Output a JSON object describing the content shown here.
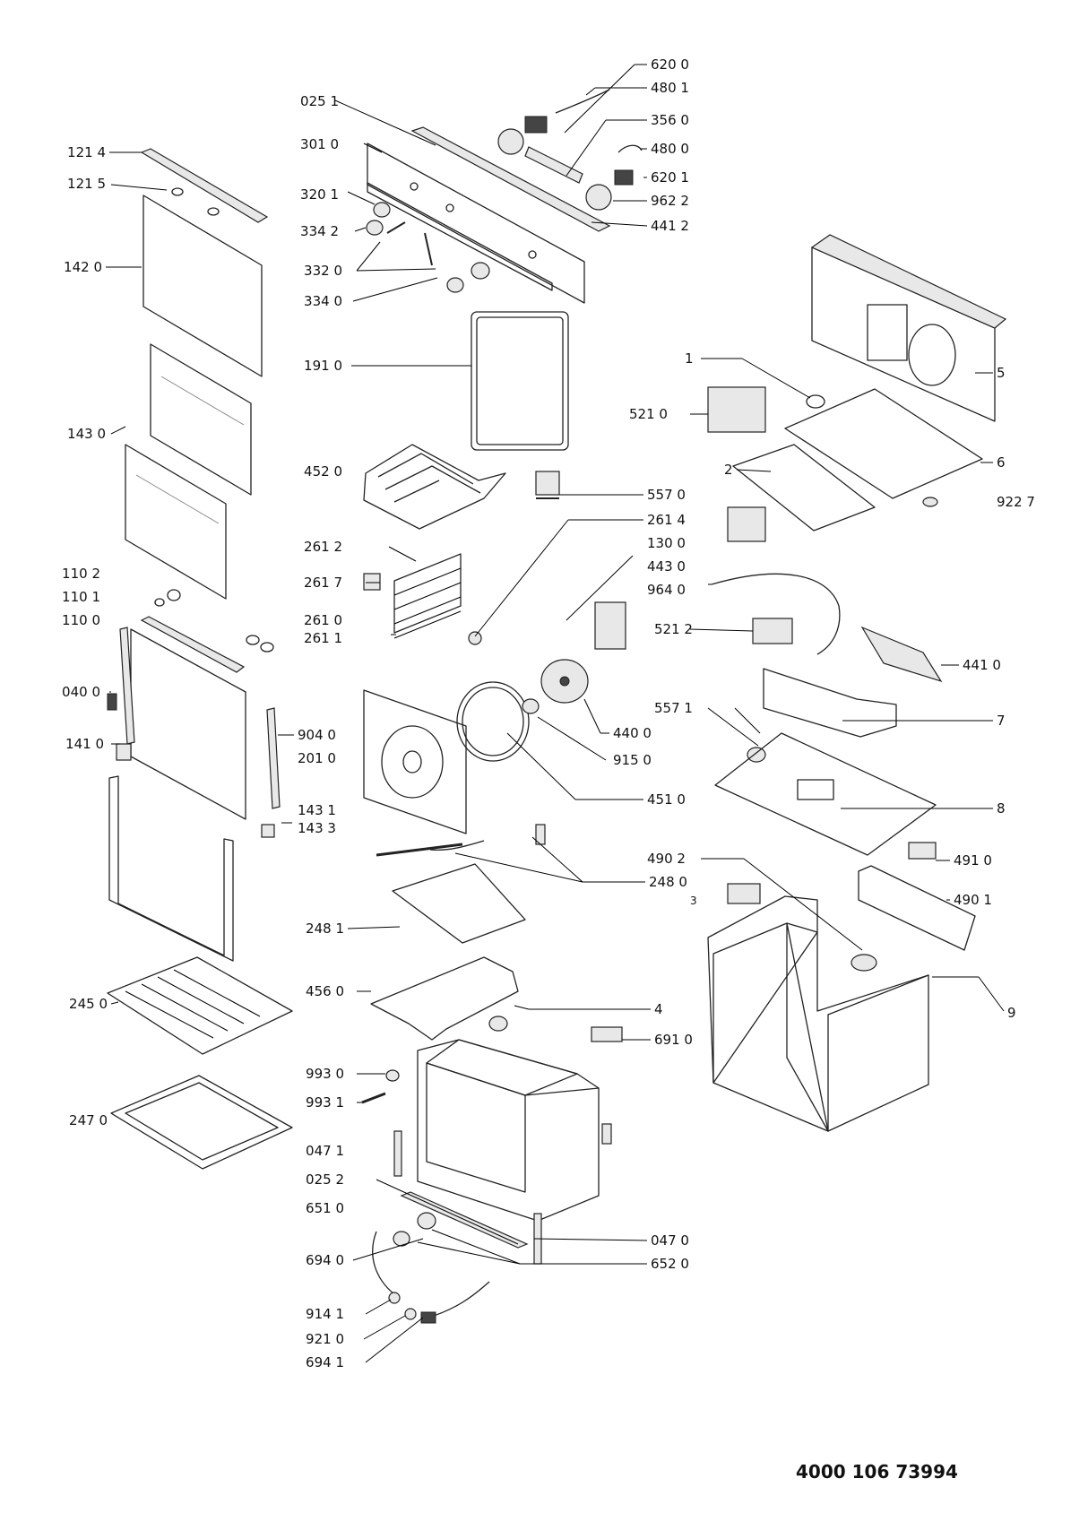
{
  "document_number": "4000 106 73994",
  "labels": {
    "p6200": "620 0",
    "p4801": "480 1",
    "p0251": "025 1",
    "p3560": "356 0",
    "p3010": "301 0",
    "p4800": "480 0",
    "p1214": "121 4",
    "p6201": "620 1",
    "p1215": "121 5",
    "p3201": "320 1",
    "p9622": "962 2",
    "p3342": "334 2",
    "p4412": "441 2",
    "p1420": "142 0",
    "p3320": "332 0",
    "p3340": "334 0",
    "p1910": "191 0",
    "c5": "5",
    "c1": "1",
    "p5210": "521 0",
    "p1430": "143 0",
    "c6": "6",
    "c2": "2",
    "p4520": "452 0",
    "p5570": "557 0",
    "p9227": "922 7",
    "p2614": "261 4",
    "p1300": "130 0",
    "p2612": "261 2",
    "p4430": "443 0",
    "p1102": "110 2",
    "p2617": "261 7",
    "p9640": "964 0",
    "p1101": "110 1",
    "p1100": "110 0",
    "p2610": "261 0",
    "p5212": "521 2",
    "p2611": "261 1",
    "p4410": "441 0",
    "p0400": "040 0",
    "p5571": "557 1",
    "c7": "7",
    "p1410": "141 0",
    "p9040": "904 0",
    "p4400": "440 0",
    "p2010": "201 0",
    "p9150": "915 0",
    "p1431": "143 1",
    "p4510": "451 0",
    "c8": "8",
    "p1433": "143 3",
    "p4902": "490 2",
    "p4910": "491 0",
    "p2480": "248 0",
    "c3": "3",
    "p4901": "490 1",
    "p2481": "248 1",
    "c9": "9",
    "p2450": "245 0",
    "p4560": "456 0",
    "c4": "4",
    "p6910": "691 0",
    "p9930": "993 0",
    "p9931": "993 1",
    "p2470": "247 0",
    "p0471": "047 1",
    "p0252": "025 2",
    "p6510": "651 0",
    "p0470": "047 0",
    "p6940": "694 0",
    "p6520": "652 0",
    "p9141": "914 1",
    "p9210": "921 0",
    "p6941": "694 1"
  }
}
